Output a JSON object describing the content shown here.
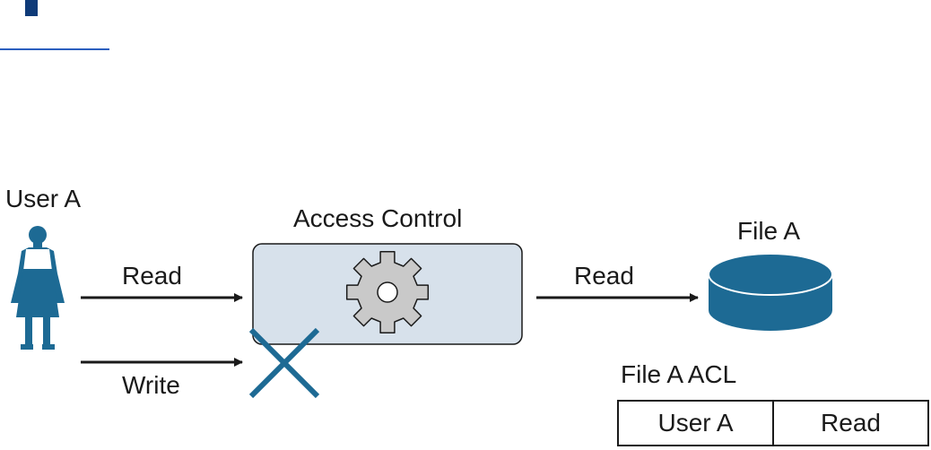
{
  "diagram": {
    "user_label": "User A",
    "access_control_label": "Access Control",
    "file_label": "File A",
    "read_in_label": "Read",
    "write_label": "Write",
    "read_out_label": "Read",
    "acl_title": "File A ACL",
    "acl_rows": [
      {
        "subject": "User A",
        "permission": "Read"
      }
    ]
  },
  "colors": {
    "accent_blue": "#1d6a94",
    "box_fill": "#d7e1eb",
    "gear_fill": "#c9c9c9",
    "arrow": "#1a1a1a"
  },
  "icons": {
    "user": "person-icon",
    "access_control": "gear-icon",
    "file": "database-icon",
    "denied": "cross-icon"
  }
}
